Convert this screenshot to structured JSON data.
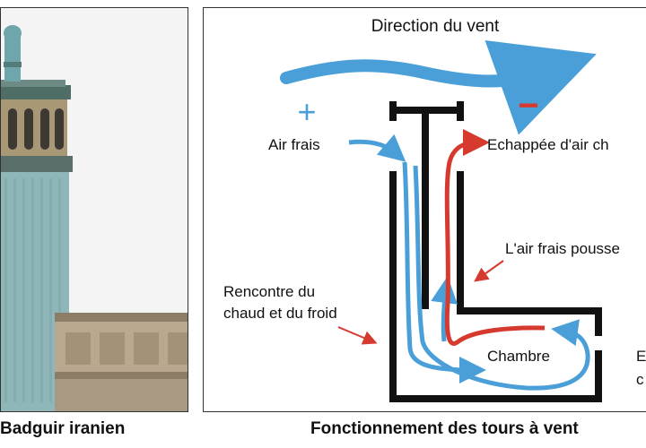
{
  "captions": {
    "photo": "Badguir iranien",
    "diagram": "Fonctionnement des tours à vent"
  },
  "diagram": {
    "wind_direction": "Direction du vent",
    "plus": "+",
    "minus": "−",
    "air_frais": "Air frais",
    "echappee": "Echappée d'air ch",
    "pousse": "L'air frais pousse",
    "rencontre_line1": "Rencontre du",
    "rencontre_line2": "chaud et du froid",
    "chambre": "Chambre",
    "edge_letter1": "E",
    "edge_letter2": "c"
  },
  "colors": {
    "cool_air": "#4a9fd8",
    "warm_air": "#d63a2f",
    "arrow_red": "#d63a2f",
    "structure": "#111111"
  }
}
